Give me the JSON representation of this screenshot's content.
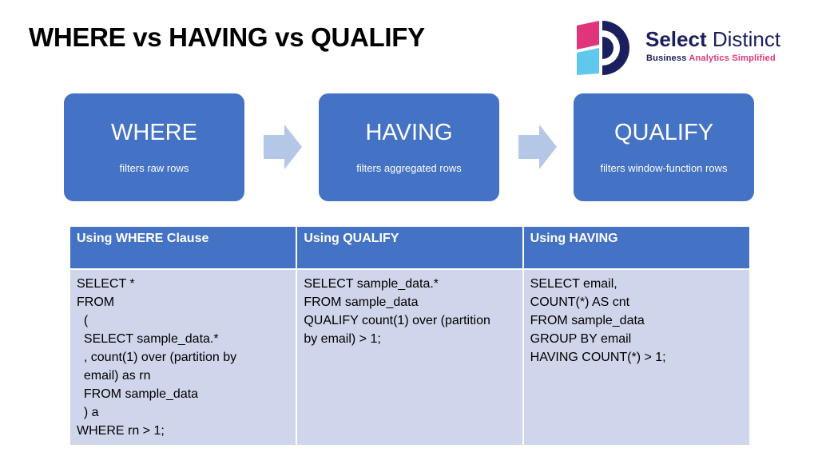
{
  "title": "WHERE vs HAVING vs QUALIFY",
  "logo": {
    "name_bold": "Select",
    "name_rest": " Distinct",
    "tagline_prefix": "Business ",
    "tagline_accent": "Analytics Simplified",
    "colors": {
      "navy": "#1b1f5e",
      "pink": "#e0357a",
      "cyan": "#5fc8ec"
    }
  },
  "flow": [
    {
      "heading": "WHERE",
      "subtitle": "filters raw rows"
    },
    {
      "heading": "HAVING",
      "subtitle": "filters aggregated rows"
    },
    {
      "heading": "QUALIFY",
      "subtitle": "filters window-function rows"
    }
  ],
  "table": {
    "headers": [
      "Using WHERE Clause",
      "Using QUALIFY",
      "Using HAVING"
    ],
    "columns": [
      [
        "SELECT *",
        "FROM",
        "  (",
        "  SELECT sample_data.*",
        "  , count(1) over (partition by",
        "  email) as rn",
        "  FROM sample_data",
        "  ) a",
        "WHERE rn > 1;"
      ],
      [
        "SELECT sample_data.*",
        "FROM sample_data",
        "QUALIFY count(1) over (partition",
        "by email) > 1;"
      ],
      [
        "SELECT email,",
        "COUNT(*) AS cnt",
        "FROM sample_data",
        "GROUP BY email",
        "HAVING COUNT(*) > 1;"
      ]
    ]
  },
  "colors": {
    "box": "#4472c4",
    "arrow": "#b4c7e7",
    "cell": "#cfd5ea"
  }
}
